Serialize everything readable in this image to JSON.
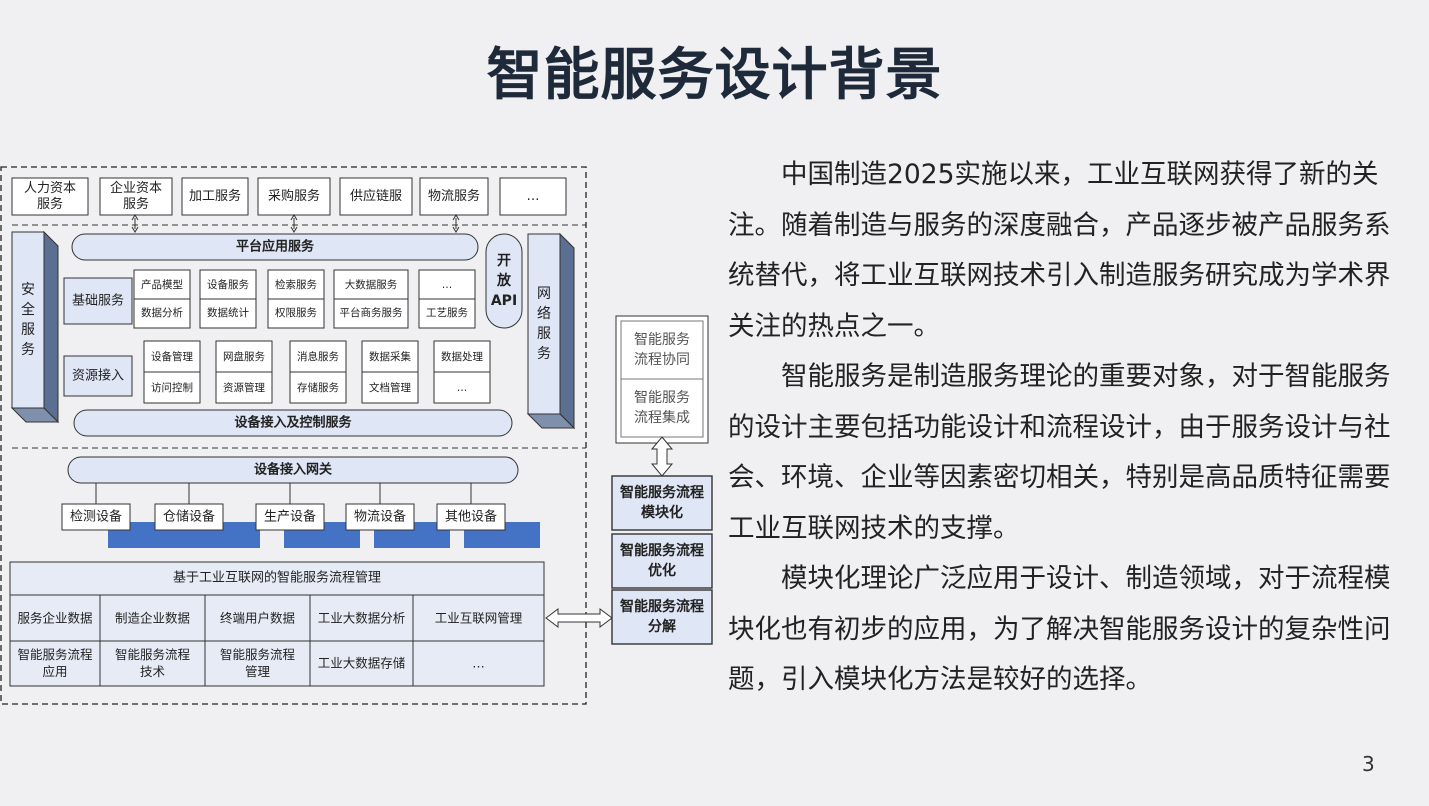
{
  "title": "智能服务设计背景",
  "page_number": "3",
  "paragraphs": [
    "中国制造2025实施以来，工业互联网获得了新的关注。随着制造与服务的深度融合，产品逐步被产品服务系统替代，将工业互联网技术引入制造服务研究成为学术界关注的热点之一。",
    "智能服务是制造服务理论的重要对象，对于智能服务的设计主要包括功能设计和流程设计，由于服务设计与社会、环境、企业等因素密切相关，特别是高品质特征需要工业互联网技术的支撑。",
    "模块化理论广泛应用于设计、制造领域，对于流程模块化也有初步的应用，为了解决智能服务设计的复杂性问题，引入模块化方法是较好的选择。"
  ],
  "diagram": {
    "top_services": [
      "人力资本服务",
      "企业资本服务",
      "加工服务",
      "采购服务",
      "供应链服",
      "物流服务",
      "…"
    ],
    "platform_service": "平台应用服务",
    "security_service": "安全服务",
    "network_service": "网络服务",
    "open_api": "开放API",
    "basic_service": "基础服务",
    "basic_items": [
      [
        "产品模型",
        "数据分析"
      ],
      [
        "设备服务",
        "数据统计"
      ],
      [
        "检索服务",
        "权限服务"
      ],
      [
        "大数据服务",
        "平台商务服务"
      ],
      [
        "…",
        "工艺服务"
      ]
    ],
    "resource_access": "资源接入",
    "resource_items": [
      [
        "设备管理",
        "访问控制"
      ],
      [
        "网盘服务",
        "资源管理"
      ],
      [
        "消息服务",
        "存储服务"
      ],
      [
        "数据采集",
        "文档管理"
      ],
      [
        "数据处理",
        "…"
      ]
    ],
    "device_access_control": "设备接入及控制服务",
    "device_gateway": "设备接入网关",
    "devices": [
      "检测设备",
      "仓储设备",
      "生产设备",
      "物流设备",
      "其他设备"
    ],
    "table_title": "基于工业互联网的智能服务流程管理",
    "table_rows": [
      [
        "服务企业数据",
        "制造企业数据",
        "终端用户数据",
        "工业大数据分析",
        "工业互联网管理"
      ],
      [
        "智能服务流程应用",
        "智能服务流程技术",
        "智能服务流程管理",
        "工业大数据存储",
        "…"
      ]
    ],
    "right_top": [
      "智能服务流程协同",
      "智能服务流程集成"
    ],
    "right_bottom": [
      "智能服务流程模块化",
      "智能服务流程优化",
      "智能服务流程分解"
    ]
  }
}
